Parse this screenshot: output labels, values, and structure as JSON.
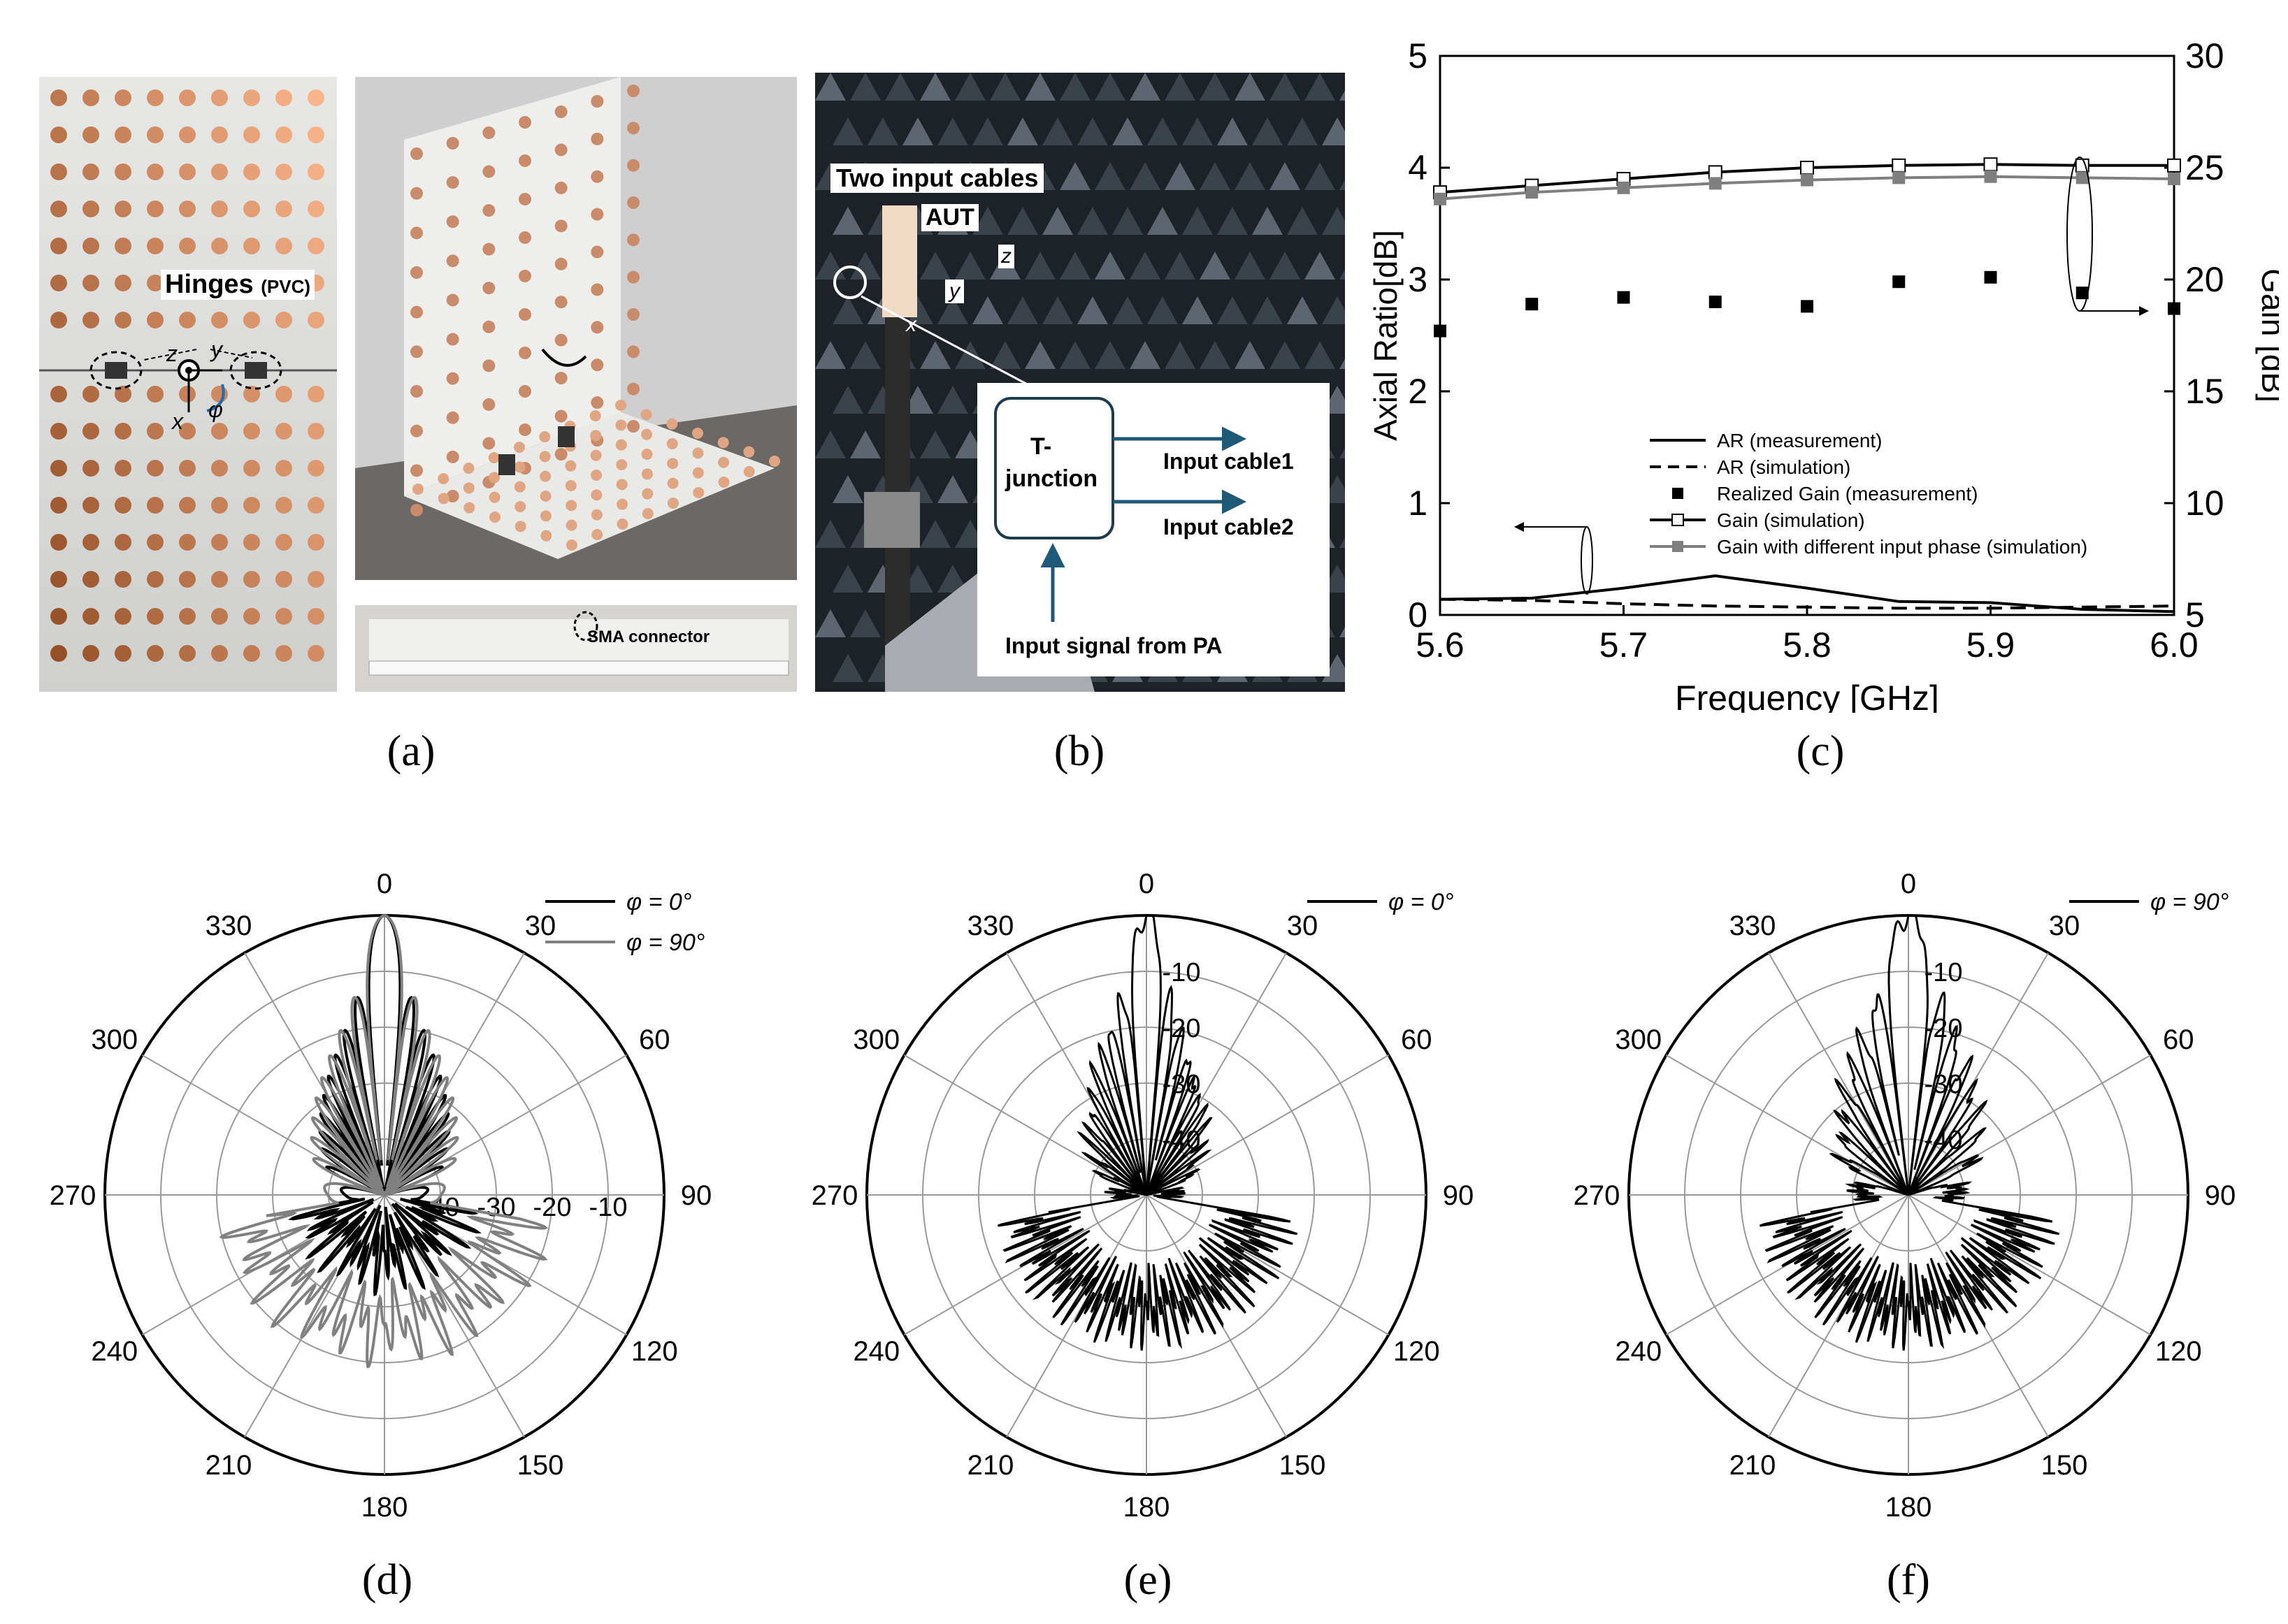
{
  "captions": [
    "(a)",
    "(b)",
    "(c)",
    "(d)",
    "(e)",
    "(f)"
  ],
  "photo_a": {
    "hinges_label": "Hinges",
    "hinges_sub": "(PVC)",
    "axis_z": "z",
    "axis_y": "y",
    "axis_x": "x",
    "axis_phi": "φ",
    "sma_label": "SMA connector"
  },
  "photo_b": {
    "cables_label": "Two input cables",
    "aut_label": "AUT",
    "axis_z": "z",
    "axis_y": "y",
    "axis_x": "x",
    "tjunction_line1": "T-",
    "tjunction_line2": "junction",
    "cable1_label": "Input cable1",
    "cable2_label": "Input cable2",
    "input_label": "Input signal from PA"
  },
  "chart_data": [
    {
      "id": "c",
      "type": "line",
      "xlabel": "Frequency [GHz]",
      "ylabel": "Axial Ratio[dB]",
      "y2label": "Gain [dB]",
      "xlim": [
        5.6,
        6.0
      ],
      "ylim": [
        0,
        5
      ],
      "y2lim": [
        5,
        30
      ],
      "xticks": [
        "5.6",
        "5.7",
        "5.8",
        "5.9",
        "6.0"
      ],
      "yticks": [
        "0",
        "1",
        "2",
        "3",
        "4",
        "5"
      ],
      "y2ticks": [
        "5",
        "10",
        "15",
        "20",
        "25",
        "30"
      ],
      "series": [
        {
          "name": "AR (measurement)",
          "axis": "left",
          "style": "solid-black",
          "x": [
            5.6,
            5.65,
            5.7,
            5.75,
            5.8,
            5.85,
            5.9,
            5.95,
            6.0
          ],
          "y": [
            0.14,
            0.15,
            0.24,
            0.35,
            0.24,
            0.12,
            0.11,
            0.05,
            0.03
          ]
        },
        {
          "name": "AR (simulation)",
          "axis": "left",
          "style": "dashed-black",
          "x": [
            5.6,
            5.65,
            5.7,
            5.75,
            5.8,
            5.85,
            5.9,
            5.95,
            6.0
          ],
          "y": [
            0.14,
            0.13,
            0.1,
            0.08,
            0.07,
            0.06,
            0.06,
            0.07,
            0.08
          ]
        },
        {
          "name": "Realized Gain (measurement)",
          "axis": "right",
          "style": "square-black",
          "x": [
            5.6,
            5.65,
            5.7,
            5.75,
            5.8,
            5.85,
            5.9,
            5.95,
            6.0
          ],
          "y": [
            17.7,
            18.9,
            19.2,
            19.0,
            18.8,
            19.9,
            20.1,
            19.4,
            18.7
          ]
        },
        {
          "name": "Gain (simulation)",
          "axis": "right",
          "style": "line-open-square",
          "x": [
            5.6,
            5.65,
            5.7,
            5.75,
            5.8,
            5.85,
            5.9,
            5.95,
            6.0
          ],
          "y": [
            23.9,
            24.2,
            24.5,
            24.8,
            25.0,
            25.1,
            25.15,
            25.1,
            25.1
          ]
        },
        {
          "name": "Gain with different input phase (simulation)",
          "axis": "right",
          "style": "gray-filled-square",
          "x": [
            5.6,
            5.65,
            5.7,
            5.75,
            5.8,
            5.85,
            5.9,
            5.95,
            6.0
          ],
          "y": [
            23.6,
            23.9,
            24.1,
            24.3,
            24.45,
            24.55,
            24.6,
            24.55,
            24.5
          ]
        }
      ]
    },
    {
      "id": "d",
      "type": "polar",
      "rlim": [
        -50,
        0
      ],
      "rlabels": [
        "-40",
        "-30",
        "-20",
        "-10"
      ],
      "angle_labels": [
        "0",
        "30",
        "60",
        "90",
        "120",
        "150",
        "180",
        "210",
        "240",
        "270",
        "300",
        "330"
      ],
      "series": [
        {
          "name": "φ = 0°",
          "color": "#000000",
          "nulls": 21,
          "lobe_decay": 2.8,
          "back_level": -40
        },
        {
          "name": "φ = 90°",
          "color": "#808080",
          "nulls": 19,
          "lobe_decay": 2.3,
          "back_level": -27
        }
      ]
    },
    {
      "id": "e",
      "type": "polar",
      "rlim": [
        -50,
        0
      ],
      "rlabels": [
        "-10",
        "-20",
        "-30",
        "-40"
      ],
      "angle_labels": [
        "0",
        "30",
        "60",
        "90",
        "120",
        "150",
        "180",
        "210",
        "240",
        "270",
        "300",
        "330"
      ],
      "series": [
        {
          "name": "φ = 0°",
          "color": "#000000",
          "nulls": 23,
          "lobe_decay": 3.2,
          "back_level": -30
        }
      ]
    },
    {
      "id": "f",
      "type": "polar",
      "rlim": [
        -50,
        0
      ],
      "rlabels": [
        "-10",
        "-20",
        "-30",
        "-40"
      ],
      "angle_labels": [
        "0",
        "30",
        "60",
        "90",
        "120",
        "150",
        "180",
        "210",
        "240",
        "270",
        "300",
        "330"
      ],
      "series": [
        {
          "name": "φ = 90°",
          "color": "#000000",
          "nulls": 17,
          "lobe_decay": 3.0,
          "back_level": -30
        }
      ]
    }
  ]
}
